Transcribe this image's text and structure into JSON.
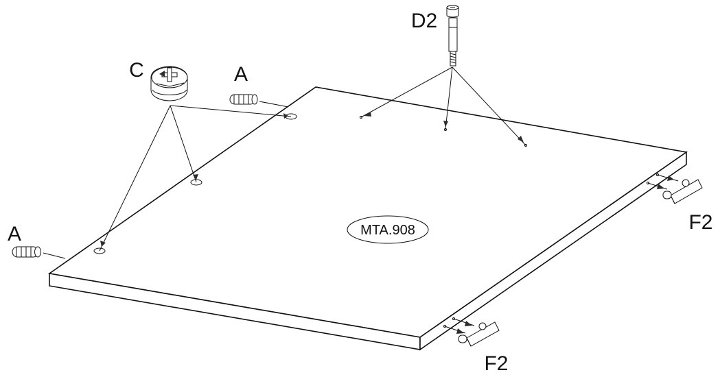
{
  "diagram": {
    "labels": {
      "part_a_upper": "A",
      "part_a_lower": "A",
      "part_c": "C",
      "part_d2": "D2",
      "part_f2_right": "F2",
      "part_f2_bottom": "F2",
      "panel_code": "MTA.908"
    },
    "colors": {
      "line": "#111111",
      "background": "#ffffff",
      "part_fill": "#bdbdbd"
    }
  }
}
